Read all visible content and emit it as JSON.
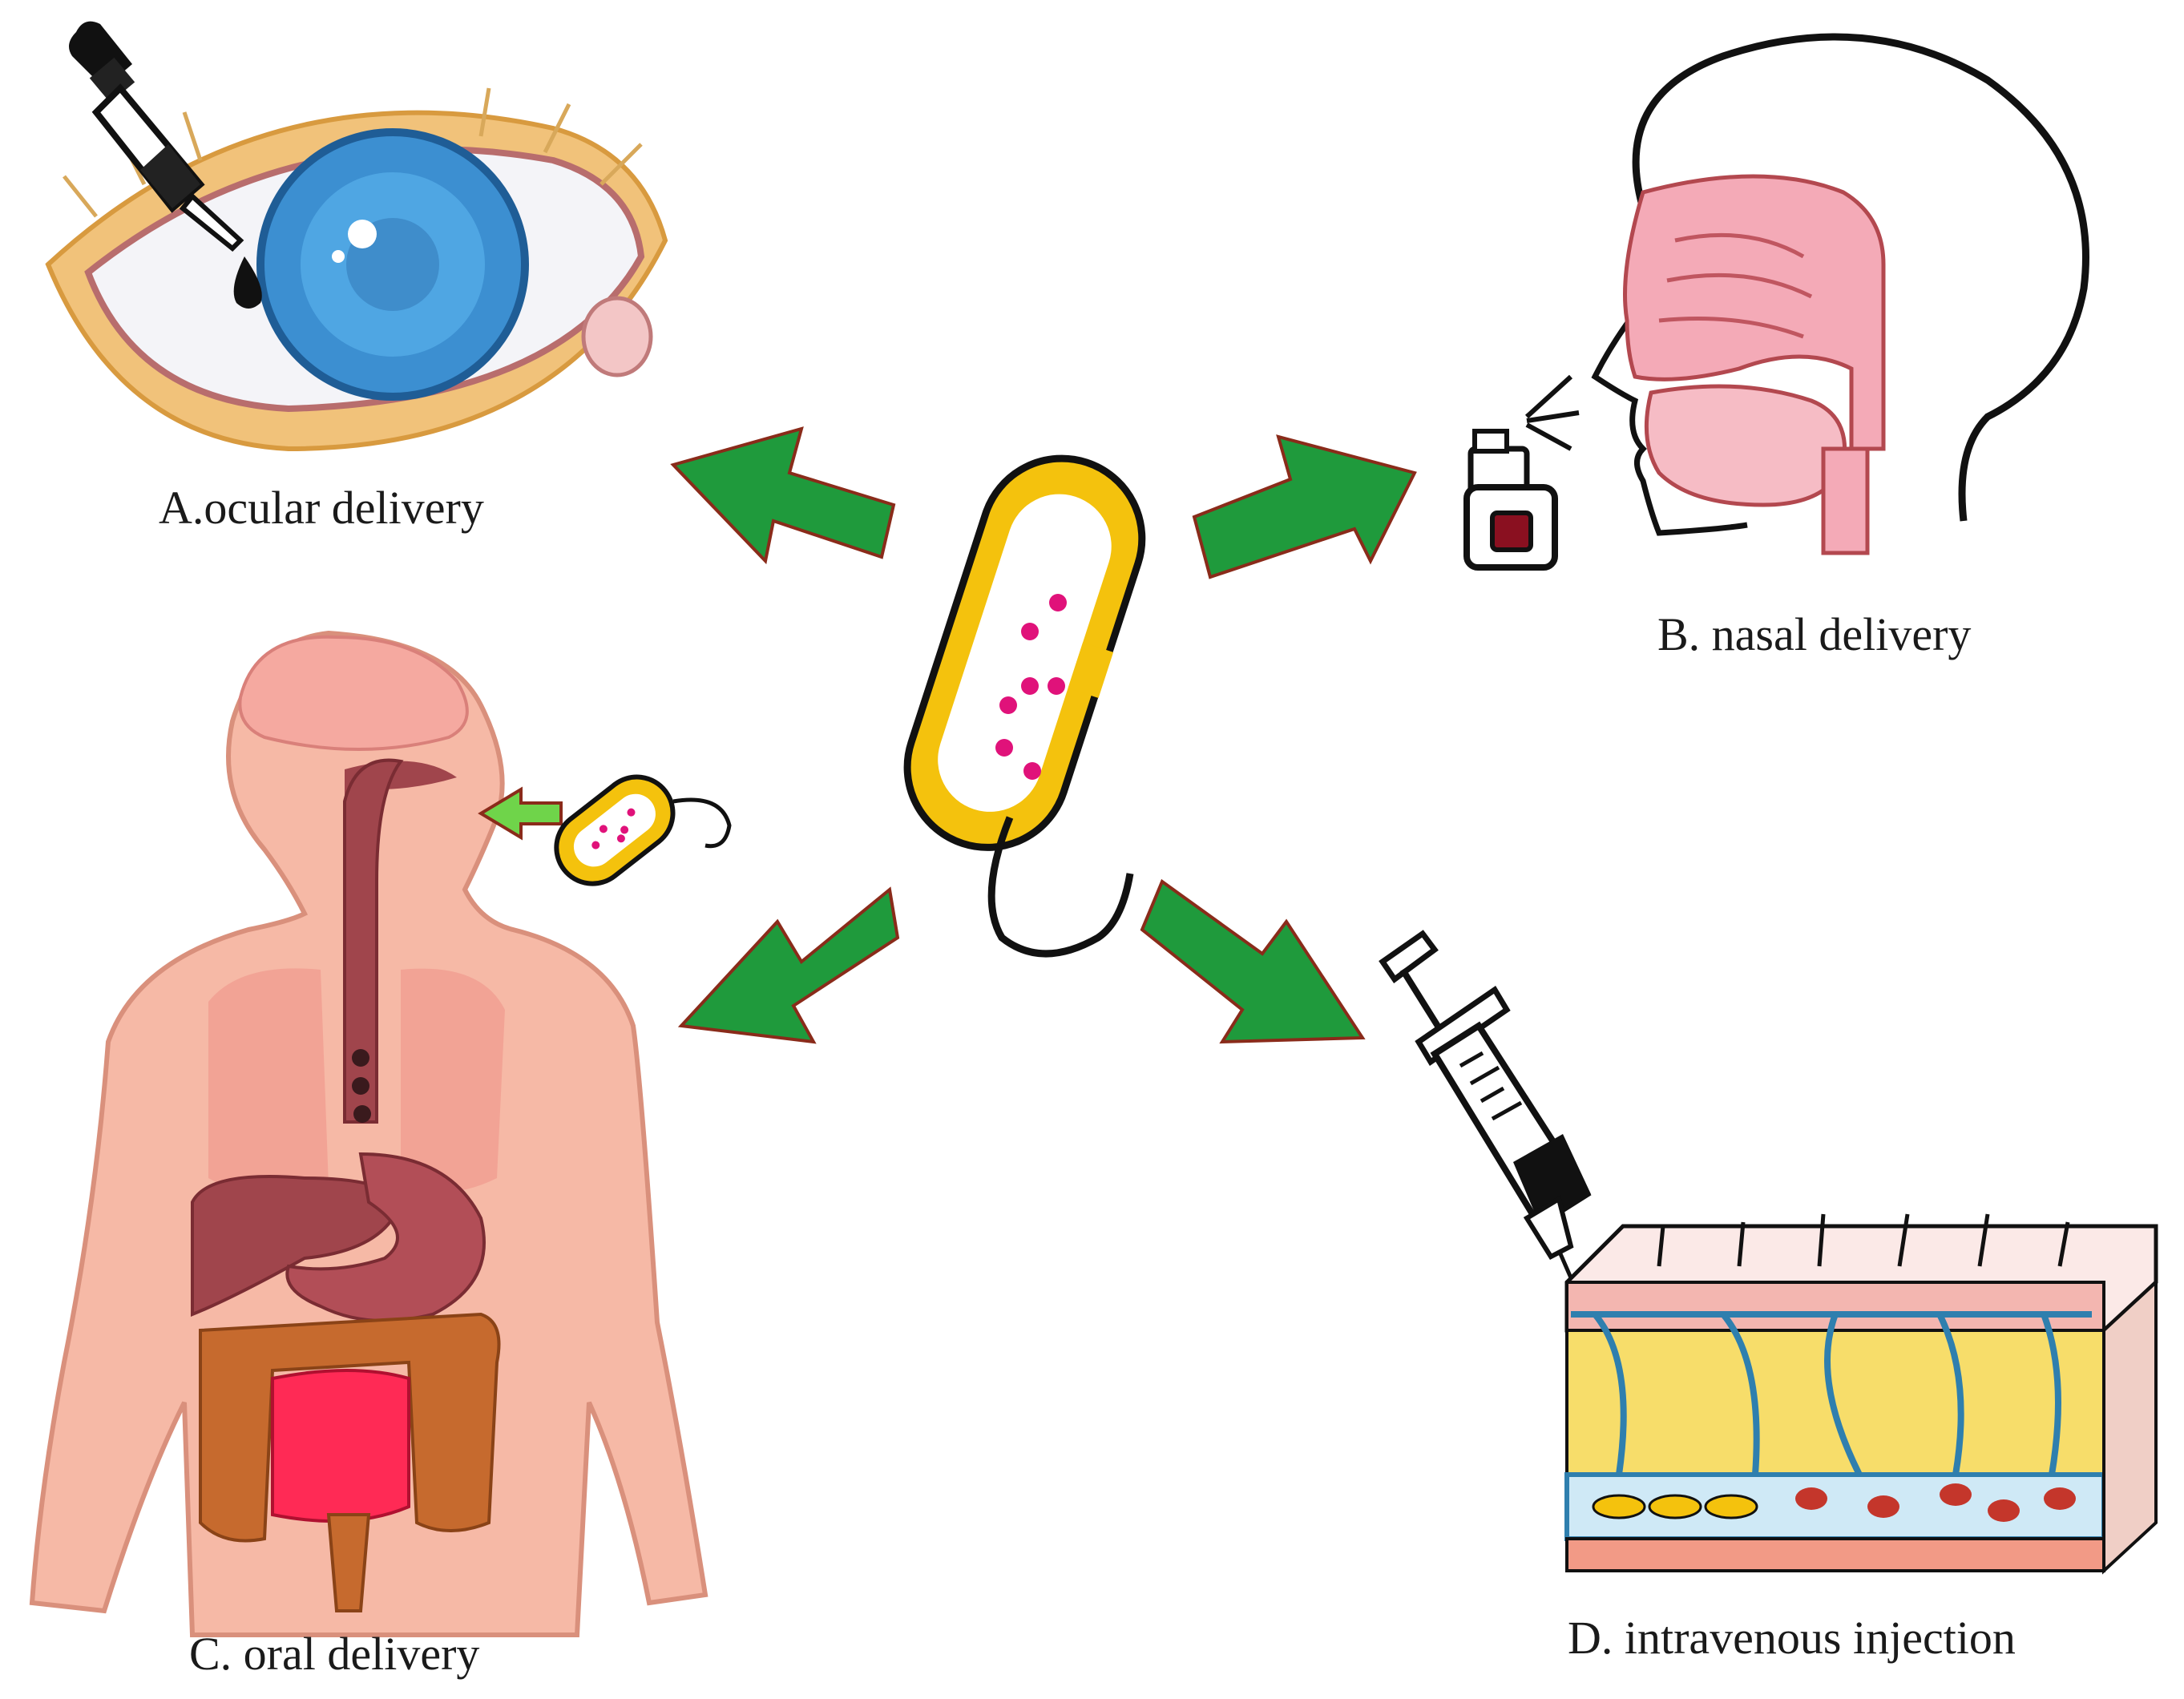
{
  "labels": {
    "ocular": "A.ocular delivery",
    "nasal": "B. nasal delivery",
    "oral": "C. oral delivery",
    "intravenous": "D. intravenous injection"
  },
  "colors": {
    "arrow": "#1f9a3c",
    "arrow_outline": "#8a2b1a",
    "bacterium_body": "#f4c20d",
    "bacterium_inner": "#ffffff",
    "payload_dots": "#e0127a",
    "iris": "#3c8fd1",
    "skin_body": "#f6b9a6",
    "organ_dark": "#a0454c",
    "intestine": "#c66a2e",
    "small_intestine": "#ff2a55",
    "fat_layer": "#f7dd6a",
    "vessel": "#2f7fae",
    "rbc": "#c4362b"
  }
}
